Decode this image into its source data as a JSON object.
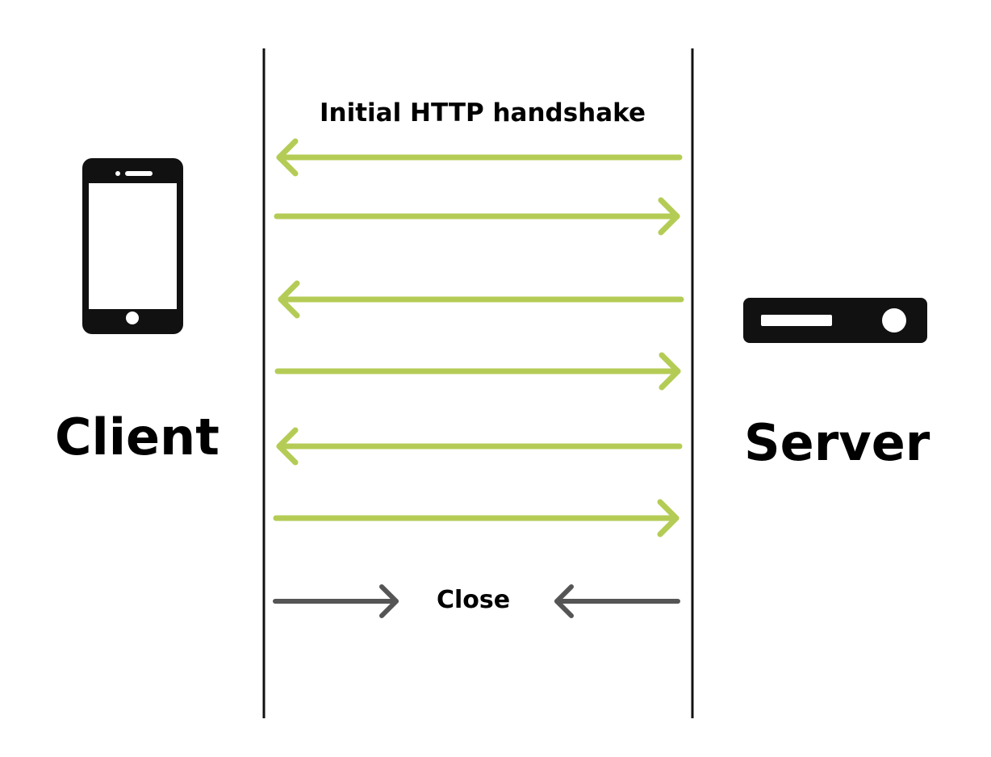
{
  "handshake_label": "Initial HTTP handshake",
  "close_label": "Close",
  "client_label": "Client",
  "server_label": "Server",
  "icons": {
    "client": "smartphone-icon",
    "server": "server-icon"
  },
  "colors": {
    "handshake_arrow": "#b4cc55",
    "close_arrow": "#555555",
    "lifeline": "#111111",
    "icon": "#111111"
  },
  "messages": [
    {
      "direction": "server-to-client"
    },
    {
      "direction": "client-to-server"
    },
    {
      "direction": "server-to-client"
    },
    {
      "direction": "client-to-server"
    },
    {
      "direction": "server-to-client"
    },
    {
      "direction": "client-to-server"
    }
  ]
}
